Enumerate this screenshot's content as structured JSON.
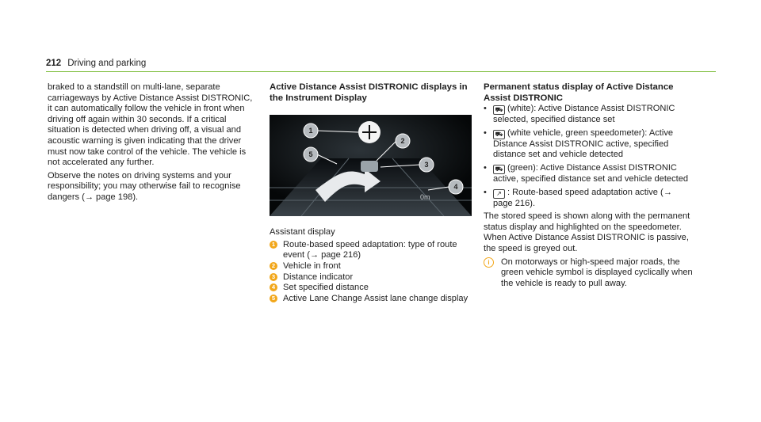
{
  "header": {
    "page_number": "212",
    "section": "Driving and parking"
  },
  "col1": {
    "p1": "braked to a standstill on multi-lane, separate carriageways by Active Distance Assist DISTRONIC, it can automatically follow the vehi­cle in front when driving off again within 30 sec­onds. If a critical situation is detected when driv­ing off, a visual and acoustic warning is given indicating that the driver must now take control of the vehicle. The vehicle is not accelerated any further.",
    "p2": "Observe the notes on driving systems and your responsibility; you may otherwise fail to recog­nise dangers (→ page 198)."
  },
  "col2": {
    "heading": "Active Distance Assist DISTRONIC displays in the Instrument Display",
    "figure": {
      "distance_label": "0m"
    },
    "caption": "Assistant display",
    "legend": [
      {
        "n": "1",
        "text": "Route-based speed adaptation: type of route event (→ page 216)"
      },
      {
        "n": "2",
        "text": "Vehicle in front"
      },
      {
        "n": "3",
        "text": "Distance indicator"
      },
      {
        "n": "4",
        "text": "Set specified distance"
      },
      {
        "n": "5",
        "text": "Active Lane Change Assist lane change dis­play"
      }
    ]
  },
  "col3": {
    "heading": "Permanent status display of Active Distance Assist DISTRONIC",
    "bullets": [
      {
        "text": "(white): Active Distance Assist DISTRONIC selected, specified distance set"
      },
      {
        "text": "(white vehicle, green speedometer): Active Distance Assist DISTRONIC active, specified distance set and vehicle detected"
      },
      {
        "text": "(green): Active Distance Assist DISTRONIC active, specified distance set and vehicle detected"
      },
      {
        "text": ": Route-based speed adaptation active (→ page 216)."
      }
    ],
    "p1": "The stored speed is shown along with the per­manent status display and highlighted on the speedometer. When Active Distance Assist DISTRONIC is passive, the speed is greyed out.",
    "note": "On motorways or high-speed major roads, the green  vehicle symbol is displayed cyclically when the vehicle is ready to pull away."
  }
}
